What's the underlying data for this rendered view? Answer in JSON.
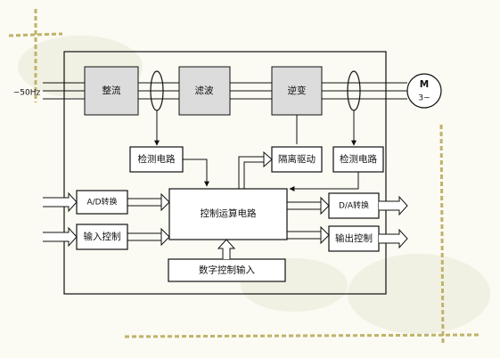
{
  "supply": {
    "label": "~50Hz"
  },
  "blocks": {
    "rectifier": "整流",
    "filter": "滤波",
    "inverter": "逆变",
    "detect_left": "检测电路",
    "detect_right": "检测电路",
    "isolation_drive": "隔离驱动",
    "adc": "A/D转换",
    "input_ctrl": "输入控制",
    "control_unit": "控制运算电路",
    "dac": "D/A转换",
    "output_ctrl": "输出控制",
    "digital_input": "数字控制输入"
  },
  "motor": {
    "letter": "M",
    "phase": "3~"
  }
}
